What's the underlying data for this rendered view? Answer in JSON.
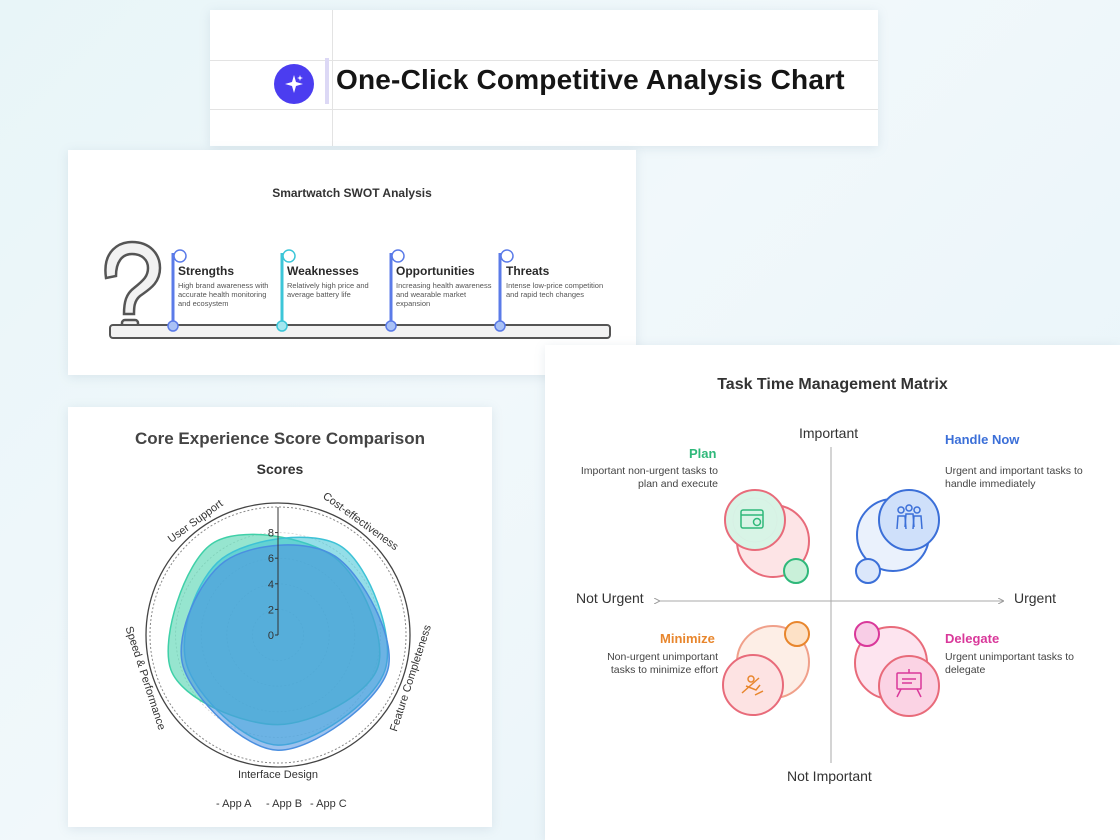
{
  "header": {
    "title": "One-Click Competitive Analysis Chart",
    "icon": "ai-sparkle-icon"
  },
  "swot": {
    "title": "Smartwatch SWOT Analysis",
    "items": [
      {
        "title": "Strengths",
        "desc": "High brand awareness with accurate health monitoring and ecosystem",
        "icon": "swot-icon"
      },
      {
        "title": "Weaknesses",
        "desc": "Relatively high price and average battery life",
        "icon": "swot-icon"
      },
      {
        "title": "Opportunities",
        "desc": "Increasing health awareness and wearable market expansion",
        "icon": "swot-icon"
      },
      {
        "title": "Threats",
        "desc": "Intense low-price competition and rapid tech changes",
        "icon": "swot-icon"
      }
    ],
    "colors": {
      "strengths": "#5b7be8",
      "weaknesses": "#3cc6d8",
      "opportunities": "#5b7be8",
      "threats": "#5b7be8"
    }
  },
  "radar": {
    "title": "Core Experience Score Comparison",
    "subtitle": "Scores",
    "legend": [
      "App A",
      "App B",
      "App C"
    ]
  },
  "chart_data": {
    "type": "radar",
    "title": "Core Experience Score Comparison",
    "subtitle": "Scores",
    "axes": [
      "Cost-effectiveness",
      "Feature Completeness",
      "Interface Design",
      "Speed & Performance",
      "User Support"
    ],
    "ticks": [
      0,
      2,
      4,
      6,
      8
    ],
    "range": [
      0,
      10
    ],
    "series": [
      {
        "name": "App A",
        "values": [
          7.5,
          8.2,
          7.0,
          8.8,
          8.8
        ],
        "color": "#3fd0a8"
      },
      {
        "name": "App B",
        "values": [
          8.5,
          8.8,
          8.6,
          7.5,
          7.4
        ],
        "color": "#3dc2d6"
      },
      {
        "name": "App C",
        "values": [
          7.6,
          9.0,
          9.0,
          7.8,
          7.1
        ],
        "color": "#4a8fe0"
      }
    ],
    "legend_position": "bottom"
  },
  "matrix": {
    "title": "Task Time Management Matrix",
    "axis": {
      "top": "Important",
      "bottom": "Not Important",
      "left": "Not Urgent",
      "right": "Urgent"
    },
    "quadrants": {
      "plan": {
        "title": "Plan",
        "desc": "Important non-urgent tasks to plan and execute",
        "color": "#2fb87a",
        "icon": "calendar-icon"
      },
      "handle": {
        "title": "Handle Now",
        "desc": "Urgent and important tasks to handle immediately",
        "color": "#3b6fd8",
        "icon": "team-icon"
      },
      "minimize": {
        "title": "Minimize",
        "desc": "Non-urgent unimportant tasks to minimize effort",
        "color": "#e8862d",
        "icon": "rest-icon"
      },
      "delegate": {
        "title": "Delegate",
        "desc": "Urgent unimportant tasks to delegate",
        "color": "#d9389a",
        "icon": "presentation-icon"
      }
    }
  }
}
